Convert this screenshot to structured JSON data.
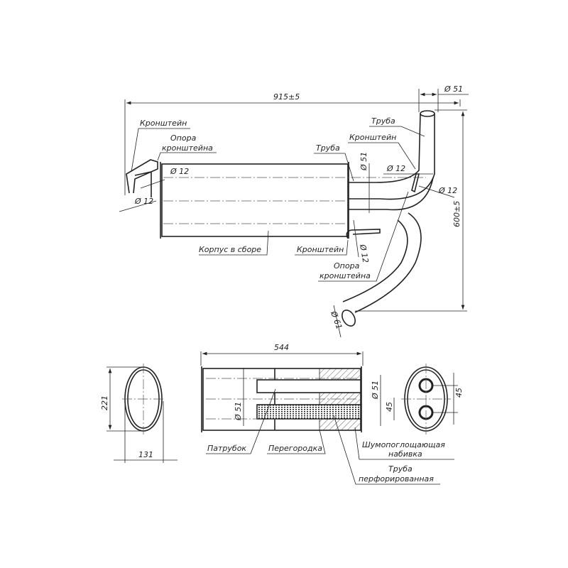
{
  "top_view": {
    "overall_length": "915±5",
    "outlet_diameter": "Ø 51",
    "height": "600±5",
    "inlet_diameter": "Ø 61",
    "left_bracket_dia_1": "Ø 12",
    "left_bracket_dia_2": "Ø 12",
    "pipe_bracket_dia": "Ø 12",
    "pipe_bend_dia": "Ø 12",
    "lower_bracket_dia": "Ø 12",
    "pipe_dia": "Ø 51",
    "labels": {
      "bracket_left": "Кронштейн",
      "bracket_support_left_1": "Опора",
      "bracket_support_left_2": "кронштейна",
      "pipe_upper": "Труба",
      "bracket_right": "Кронштейн",
      "pipe_middle": "Труба",
      "body": "Корпус в сборе",
      "bracket_lower": "Кронштейн",
      "bracket_support_lower_1": "Опора",
      "bracket_support_lower_2": "кронштейна"
    }
  },
  "end_view_left": {
    "height": "221",
    "width": "131"
  },
  "section_view": {
    "length": "544",
    "nozzle_dia": "Ø 51",
    "perforated_dia": "Ø 51",
    "spacing": "45",
    "labels": {
      "nozzle": "Патрубок",
      "partition": "Перегородка",
      "absorbing_1": "Шумопоглощающая",
      "absorbing_2": "набивка",
      "perforated_1": "Труба",
      "perforated_2": "перфорированная"
    }
  },
  "end_view_right": {
    "spacing": "45"
  }
}
